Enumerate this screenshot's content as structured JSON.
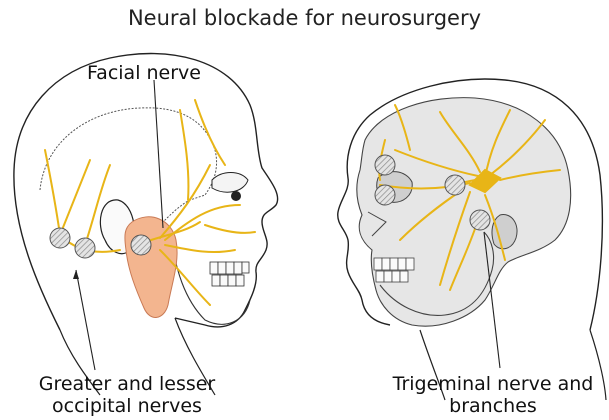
{
  "title": "Neural blockade for neurosurgery",
  "labels": {
    "facial": "Facial nerve",
    "occipital_line1": "Greater and lesser",
    "occipital_line2": "occipital nerves",
    "trigeminal_line1": "Trigeminal nerve and",
    "trigeminal_line2": "branches"
  },
  "colors": {
    "outline": "#222222",
    "skull": "#e6e6e6",
    "nerve": "#e8b517",
    "parotid": "#f3b58f",
    "block_site": "#d8d8d8"
  }
}
